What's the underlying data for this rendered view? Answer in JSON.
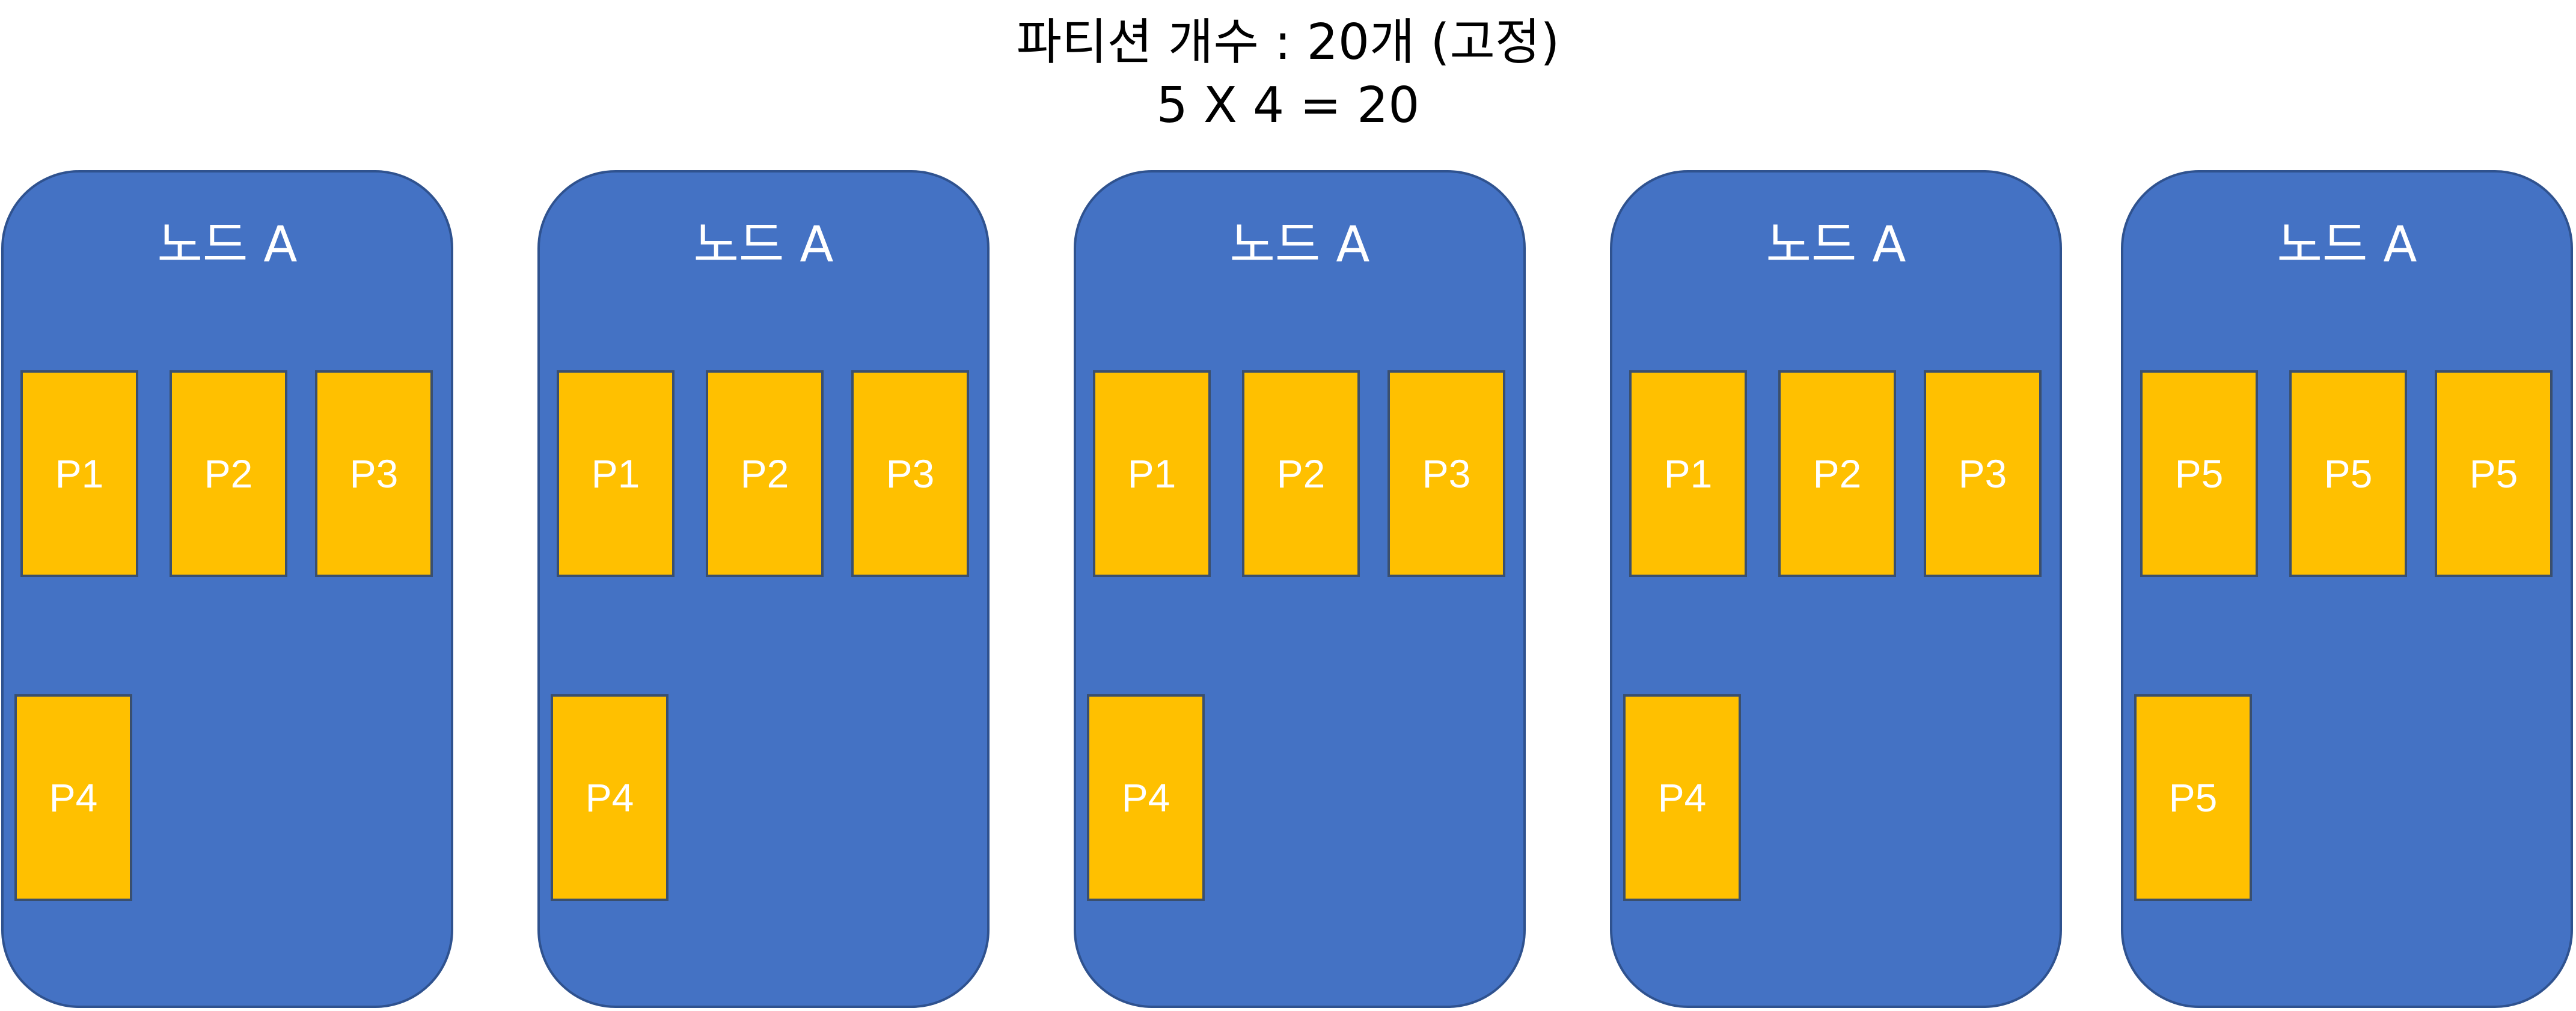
{
  "title": {
    "line1": "파티션 개수 : 20개 (고정)",
    "line2": "5 X 4 = 20"
  },
  "colors": {
    "node_fill": "#4472c4",
    "node_border": "#2f528f",
    "partition_fill": "#ffc000",
    "partition_text": "#ffffff"
  },
  "nodes": [
    {
      "label": "노드 A",
      "partitions": [
        "P1",
        "P2",
        "P3",
        "P4"
      ]
    },
    {
      "label": "노드 A",
      "partitions": [
        "P1",
        "P2",
        "P3",
        "P4"
      ]
    },
    {
      "label": "노드 A",
      "partitions": [
        "P1",
        "P2",
        "P3",
        "P4"
      ]
    },
    {
      "label": "노드 A",
      "partitions": [
        "P1",
        "P2",
        "P3",
        "P4"
      ]
    },
    {
      "label": "노드 A",
      "partitions": [
        "P5",
        "P5",
        "P5",
        "P5"
      ]
    }
  ]
}
